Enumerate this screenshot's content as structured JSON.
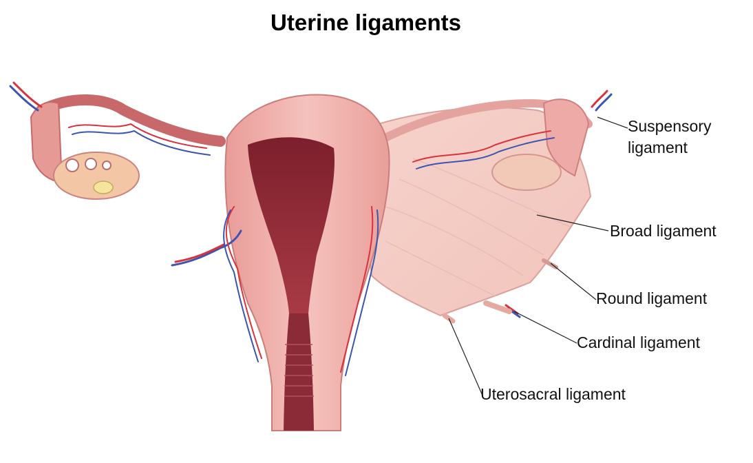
{
  "title": "Uterine ligaments",
  "labels": {
    "suspensory_line1": "Suspensory",
    "suspensory_line2": "ligament",
    "broad": "Broad ligament",
    "round": "Round ligament",
    "cardinal": "Cardinal ligament",
    "uterosacral": "Uterosacral ligament"
  },
  "colors": {
    "tissue": "#f2b8b4",
    "tissue_dark": "#d98a86",
    "cavity": "#8e2a36",
    "broad_ligament": "#f7d9d0",
    "artery": "#d8323c",
    "vein": "#3b55b0"
  }
}
